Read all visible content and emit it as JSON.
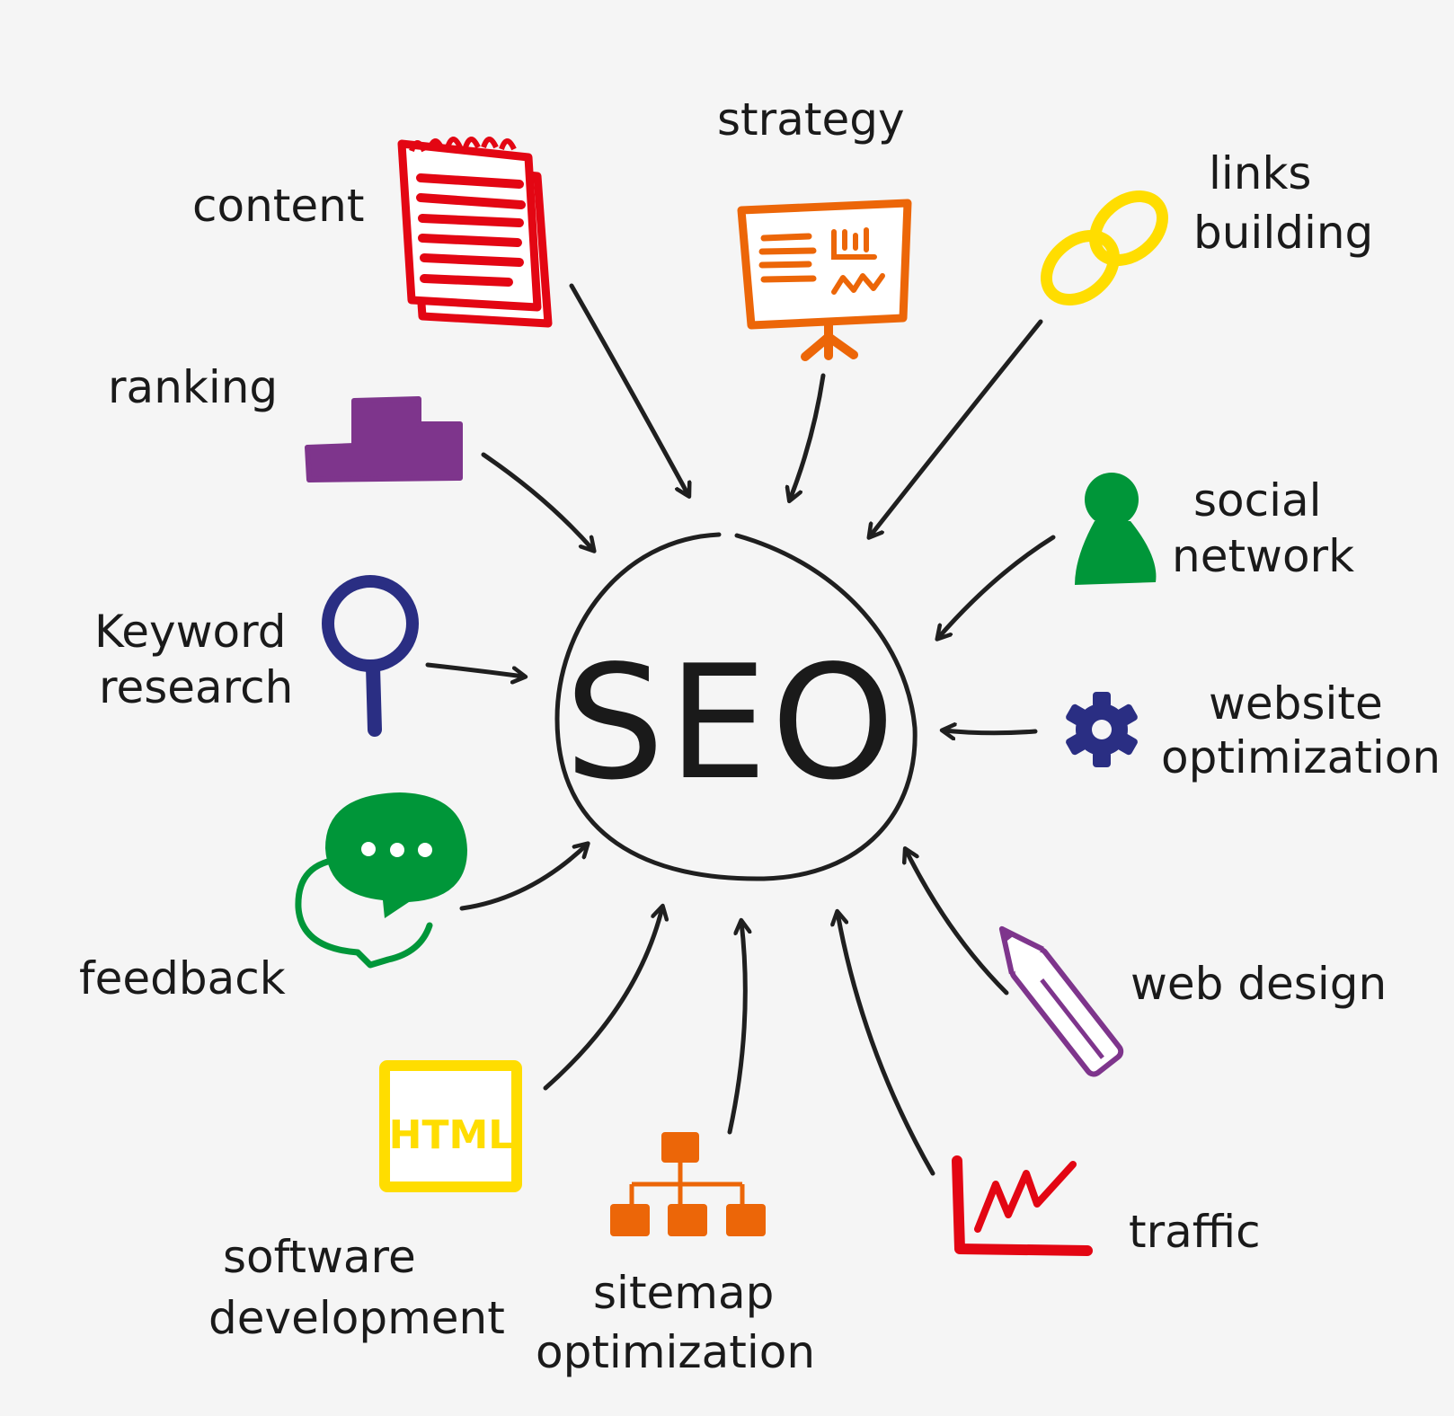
{
  "center": {
    "label": "SEO"
  },
  "colors": {
    "background": "#f5f5f5",
    "ink": "#1f1f1f",
    "red": "#e30613",
    "orange": "#ec6608",
    "yellow": "#ffdd00",
    "purple": "#7e358c",
    "navy": "#2a2e83",
    "green": "#009639"
  },
  "nodes": [
    {
      "id": "content",
      "lines": [
        "content"
      ],
      "icon": "notepad-icon"
    },
    {
      "id": "strategy",
      "lines": [
        "strategy"
      ],
      "icon": "presentation-board-icon"
    },
    {
      "id": "links",
      "lines": [
        "links",
        "building"
      ],
      "icon": "chain-link-icon"
    },
    {
      "id": "ranking",
      "lines": [
        "ranking"
      ],
      "icon": "podium-icon"
    },
    {
      "id": "social",
      "lines": [
        "social",
        "network"
      ],
      "icon": "person-icon"
    },
    {
      "id": "keyword",
      "lines": [
        "Keyword",
        "research"
      ],
      "icon": "magnifier-icon"
    },
    {
      "id": "website",
      "lines": [
        "website",
        "optimization"
      ],
      "icon": "gear-icon"
    },
    {
      "id": "feedback",
      "lines": [
        "feedback"
      ],
      "icon": "speech-bubbles-icon"
    },
    {
      "id": "webdesign",
      "lines": [
        "web design"
      ],
      "icon": "pencil-icon"
    },
    {
      "id": "software",
      "lines": [
        "software",
        "development"
      ],
      "icon": "html-frame-icon",
      "icon_text": "HTML"
    },
    {
      "id": "sitemap",
      "lines": [
        "sitemap",
        "optimization"
      ],
      "icon": "sitemap-tree-icon"
    },
    {
      "id": "traffic",
      "lines": [
        "traffic"
      ],
      "icon": "line-graph-icon"
    }
  ]
}
